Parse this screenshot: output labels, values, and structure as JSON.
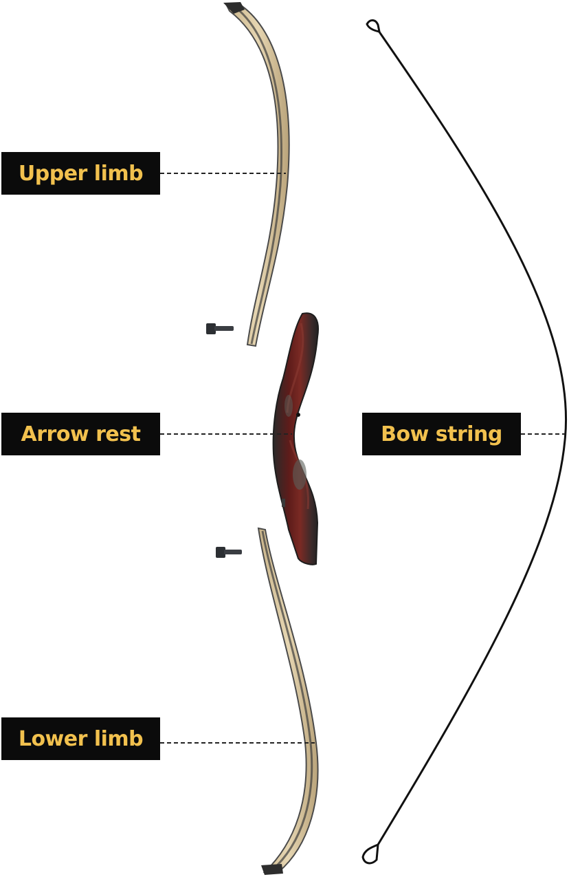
{
  "labels": {
    "upper_limb": "Upper limb",
    "arrow_rest": "Arrow rest",
    "bow_string": "Bow string",
    "lower_limb": "Lower limb"
  },
  "colors": {
    "label_bg": "#0b0b0b",
    "label_text": "#f2c14e",
    "limb_wood": "#d9c7a0",
    "limb_edge": "#3a3a3a",
    "riser_red": "#6a1f1c",
    "riser_dark": "#2b2b2b",
    "string": "#111111",
    "leader": "#222222"
  },
  "icons": [
    "upper-limb-icon",
    "lower-limb-icon",
    "riser-icon",
    "bow-string-icon",
    "limb-bolt-icon"
  ]
}
